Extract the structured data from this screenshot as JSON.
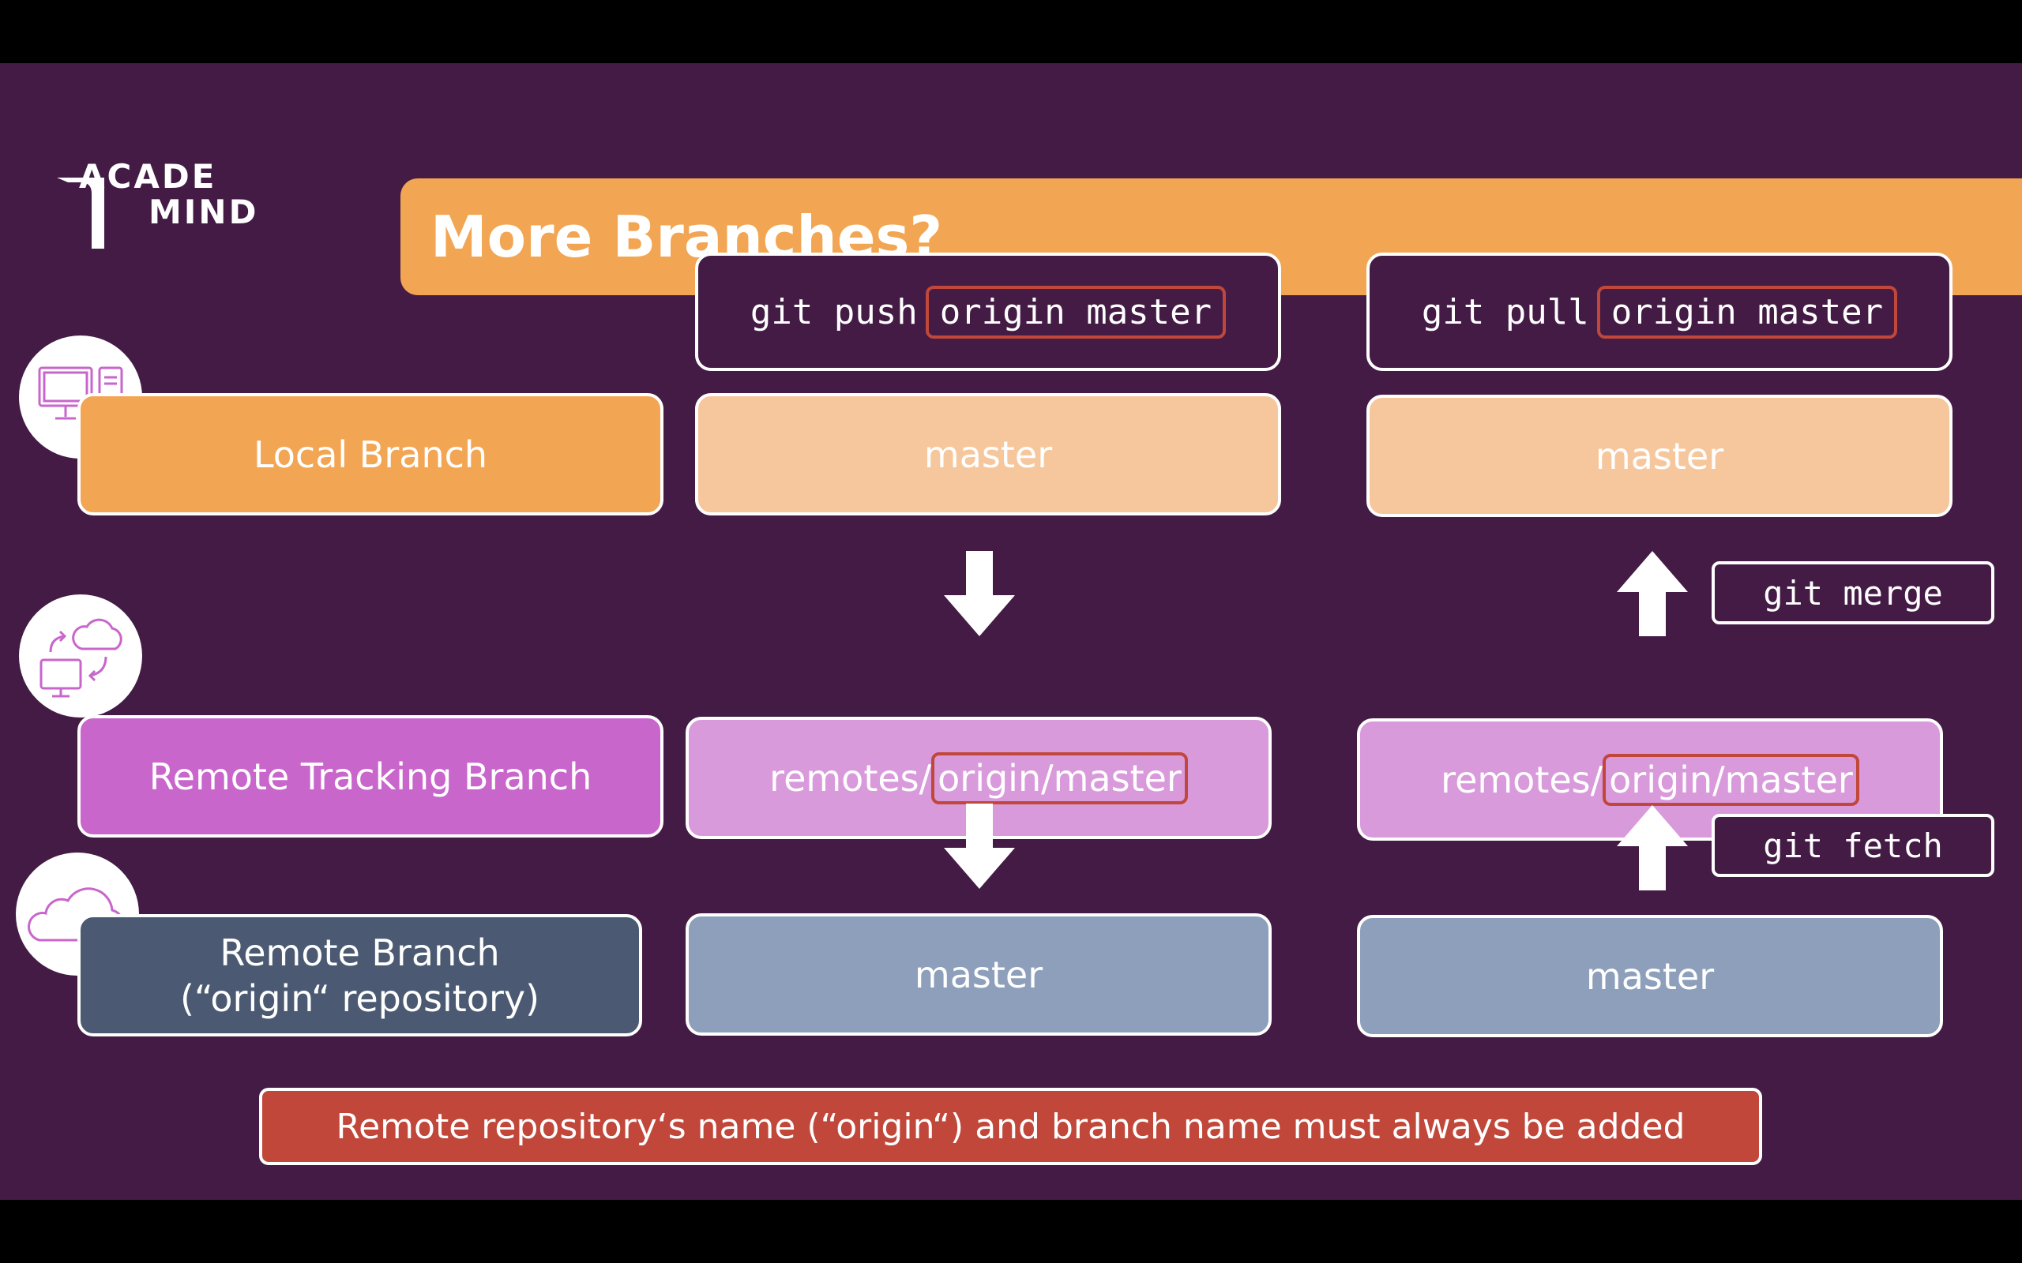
{
  "logo": {
    "line1": "ACADE",
    "line2": "MIND"
  },
  "title": "More Branches?",
  "push_col": {
    "command_prefix": "git push",
    "command_highlight": "origin master",
    "local": "master",
    "tracking_prefix": "remotes/",
    "tracking_highlight": "origin/master",
    "remote": "master"
  },
  "pull_col": {
    "command_prefix": "git pull",
    "command_highlight": "origin master",
    "local": "master",
    "tracking_prefix": "remotes/",
    "tracking_highlight": "origin/master",
    "remote": "master",
    "merge_label": "git merge",
    "fetch_label": "git fetch"
  },
  "rows": {
    "local_label": "Local Branch",
    "tracking_label": "Remote Tracking Branch",
    "remote_label_line1": "Remote Branch",
    "remote_label_line2": "(“origin“ repository)"
  },
  "note": "Remote repository‘s name (“origin“) and branch name must always be added",
  "colors": {
    "background": "#431b45",
    "title_orange": "#f2a654",
    "local": "#f2a654",
    "local_light": "#f6c79c",
    "tracking": "#c866cc",
    "tracking_light": "#d99adc",
    "remote": "#4b5a72",
    "remote_light": "#8d9fba",
    "highlight_red": "#c0473a"
  },
  "icons": {
    "local": "desktop-computer-icon",
    "tracking": "computer-cloud-sync-icon",
    "remote": "cloud-icon"
  }
}
